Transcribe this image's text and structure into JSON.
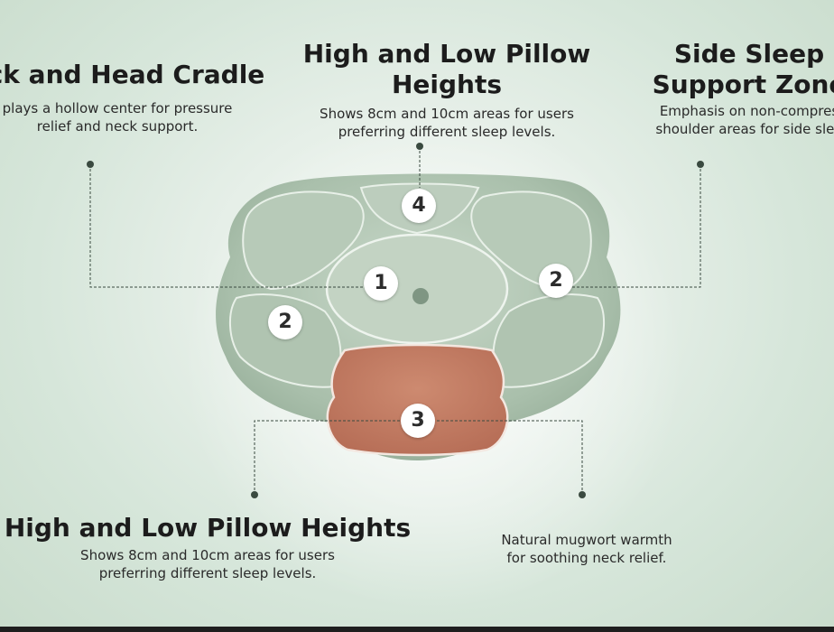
{
  "colors": {
    "pillow": "#a9bfab",
    "pillow_light": "#c2d4c3",
    "mugwort": "#c47c63",
    "leader_line": "#3a4a40"
  },
  "features": {
    "neck_cradle": {
      "title": "ck and Head Cradle",
      "description": "plays a hollow center for pressure\nrelief and neck support."
    },
    "pillow_heights_top": {
      "title": "High and Low Pillow\nHeights",
      "description": "Shows 8cm and 10cm areas for users\npreferring different sleep levels."
    },
    "side_sleep": {
      "title": "Side Sleep\nSupport Zone",
      "description": "Emphasis on non-compres\nshoulder areas for side slee"
    },
    "pillow_heights_bottom": {
      "title": "High and Low Pillow Heights",
      "description": "Shows 8cm and 10cm areas for users\npreferring different sleep levels."
    },
    "mugwort": {
      "description": "Natural mugwort warmth\nfor soothing neck relief."
    }
  },
  "markers": [
    "1",
    "2",
    "2",
    "3",
    "4"
  ]
}
